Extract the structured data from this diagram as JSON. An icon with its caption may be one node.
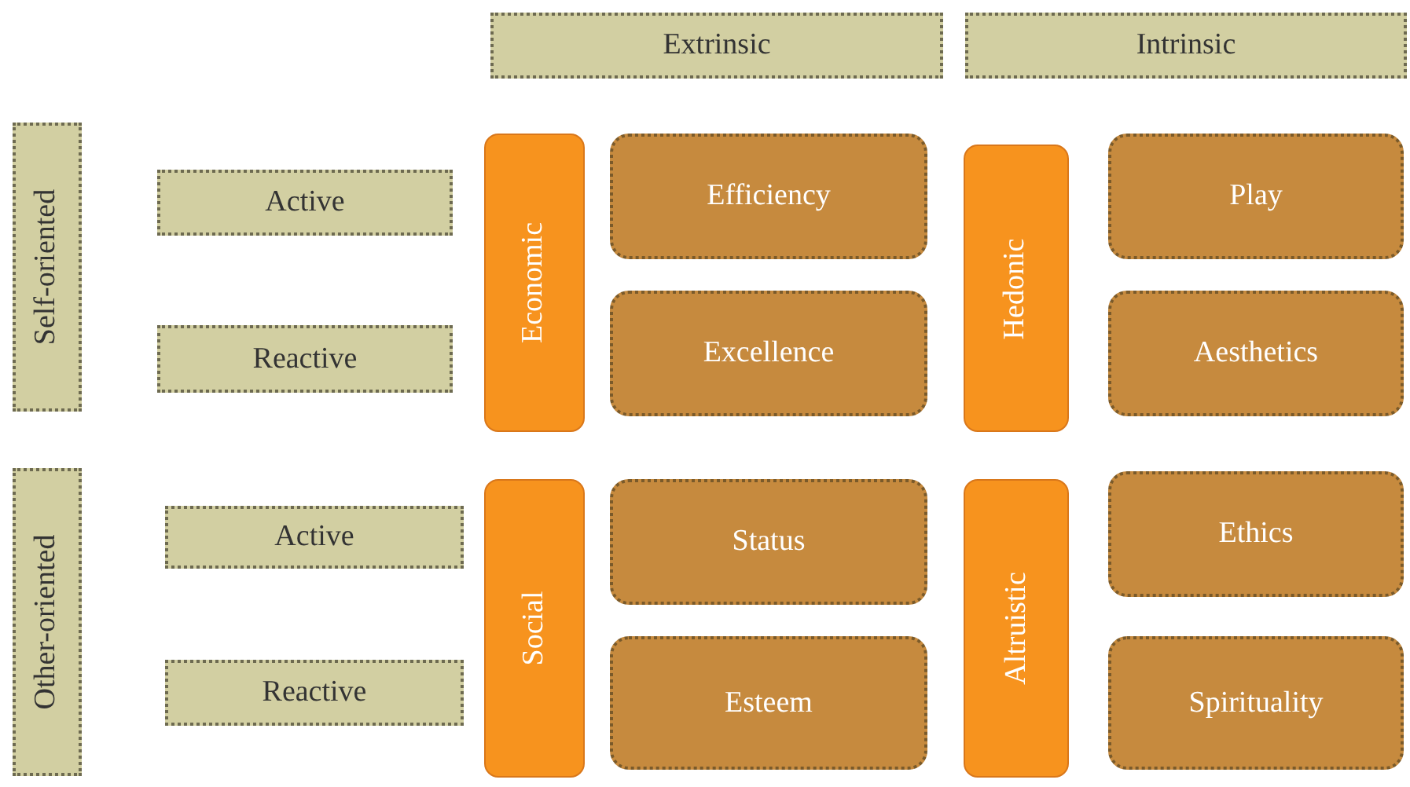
{
  "diagram": {
    "nodes": [
      {
        "text": [
          "Extrinsic"
        ]
      },
      {
        "text": [
          "Intrinsic"
        ]
      },
      {
        "text": [
          "Self-oriented"
        ]
      },
      {
        "text": [
          "Active"
        ]
      },
      {
        "text": [
          "Reactive"
        ]
      },
      {
        "text": [
          "Economic"
        ]
      },
      {
        "text": [
          "Efficiency"
        ]
      },
      {
        "text": [
          "Excellence"
        ]
      },
      {
        "text": [
          "Hedonic"
        ]
      },
      {
        "text": [
          "Play"
        ]
      },
      {
        "text": [
          "Aesthetics"
        ]
      },
      {
        "text": [
          "Other-oriented"
        ]
      },
      {
        "text": [
          "Active"
        ]
      },
      {
        "text": [
          "Reactive"
        ]
      },
      {
        "text": [
          "Social"
        ]
      },
      {
        "text": [
          "Status"
        ]
      },
      {
        "text": [
          "Esteem"
        ]
      },
      {
        "text": [
          "Altruistic"
        ]
      },
      {
        "text": [
          "Ethics"
        ]
      },
      {
        "text": [
          "Spirituality"
        ]
      }
    ]
  }
}
